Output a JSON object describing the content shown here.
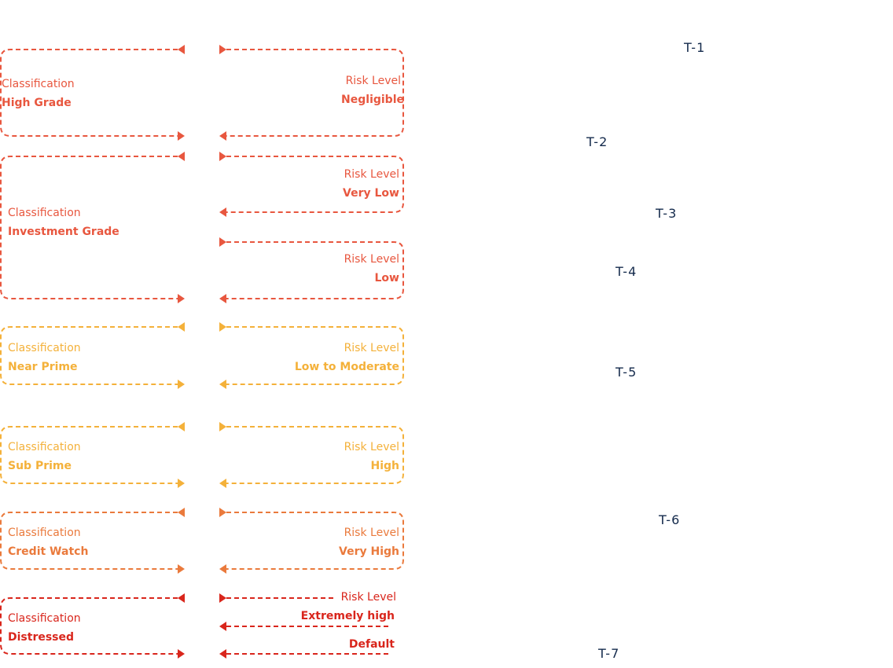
{
  "colors": {
    "red_orange": "#e8573f",
    "amber": "#f4b13a",
    "orange": "#ea7a3c",
    "red": "#d9261c",
    "navy": "#13294b"
  },
  "class_caption": "Classification",
  "risk_caption": "Risk Level",
  "classifications": [
    {
      "name": "High Grade",
      "color": "#e8573f"
    },
    {
      "name": "Investment Grade",
      "color": "#e8573f"
    },
    {
      "name": "Near Prime",
      "color": "#f4b13a"
    },
    {
      "name": "Sub Prime",
      "color": "#f4b13a"
    },
    {
      "name": "Credit Watch",
      "color": "#ea7a3c"
    },
    {
      "name": "Distressed",
      "color": "#d9261c"
    }
  ],
  "risk_levels": [
    {
      "value": "Negligible",
      "color": "#e8573f"
    },
    {
      "value": "Very Low",
      "color": "#e8573f"
    },
    {
      "value": "Low",
      "color": "#e8573f"
    },
    {
      "value": "Low to Moderate",
      "color": "#f4b13a"
    },
    {
      "value": "High",
      "color": "#f4b13a"
    },
    {
      "value": "Very High",
      "color": "#ea7a3c"
    },
    {
      "value": "Extremely high",
      "color": "#d9261c"
    },
    {
      "value": "Default",
      "color": "#d9261c"
    }
  ],
  "tiers": [
    "T-1",
    "T-2",
    "T-3",
    "T-4",
    "T-5",
    "T-6",
    "T-7"
  ]
}
